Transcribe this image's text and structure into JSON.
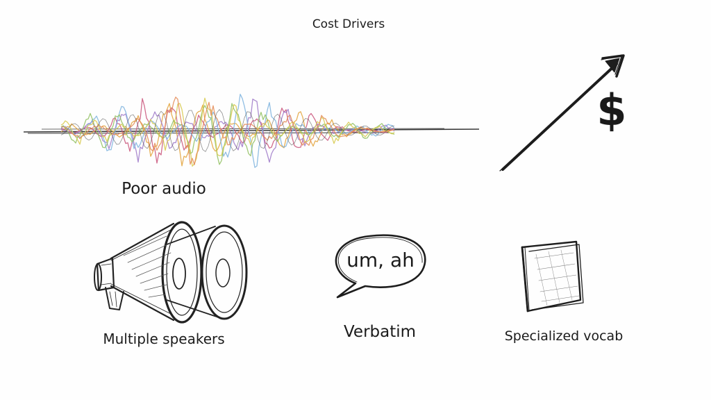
{
  "title": "Cost Drivers",
  "items": [
    {
      "label": "Poor audio",
      "icon": "waveform-icon"
    },
    {
      "label": "Multiple speakers",
      "icon": "megaphone-icon"
    },
    {
      "label": "Verbatim",
      "icon": "speech-bubble-icon",
      "bubble_text": "um, ah"
    },
    {
      "label": "Specialized vocab",
      "icon": "book-icon"
    }
  ],
  "cost_indicator": {
    "icon": "rising-arrow-icon",
    "symbol": "$"
  },
  "colors": {
    "ink": "#1d1d1d",
    "wave": [
      "#e3a23a",
      "#c9537a",
      "#9e78c8",
      "#7cb3de",
      "#8fbf5f",
      "#d7c94b",
      "#e48a55"
    ]
  }
}
